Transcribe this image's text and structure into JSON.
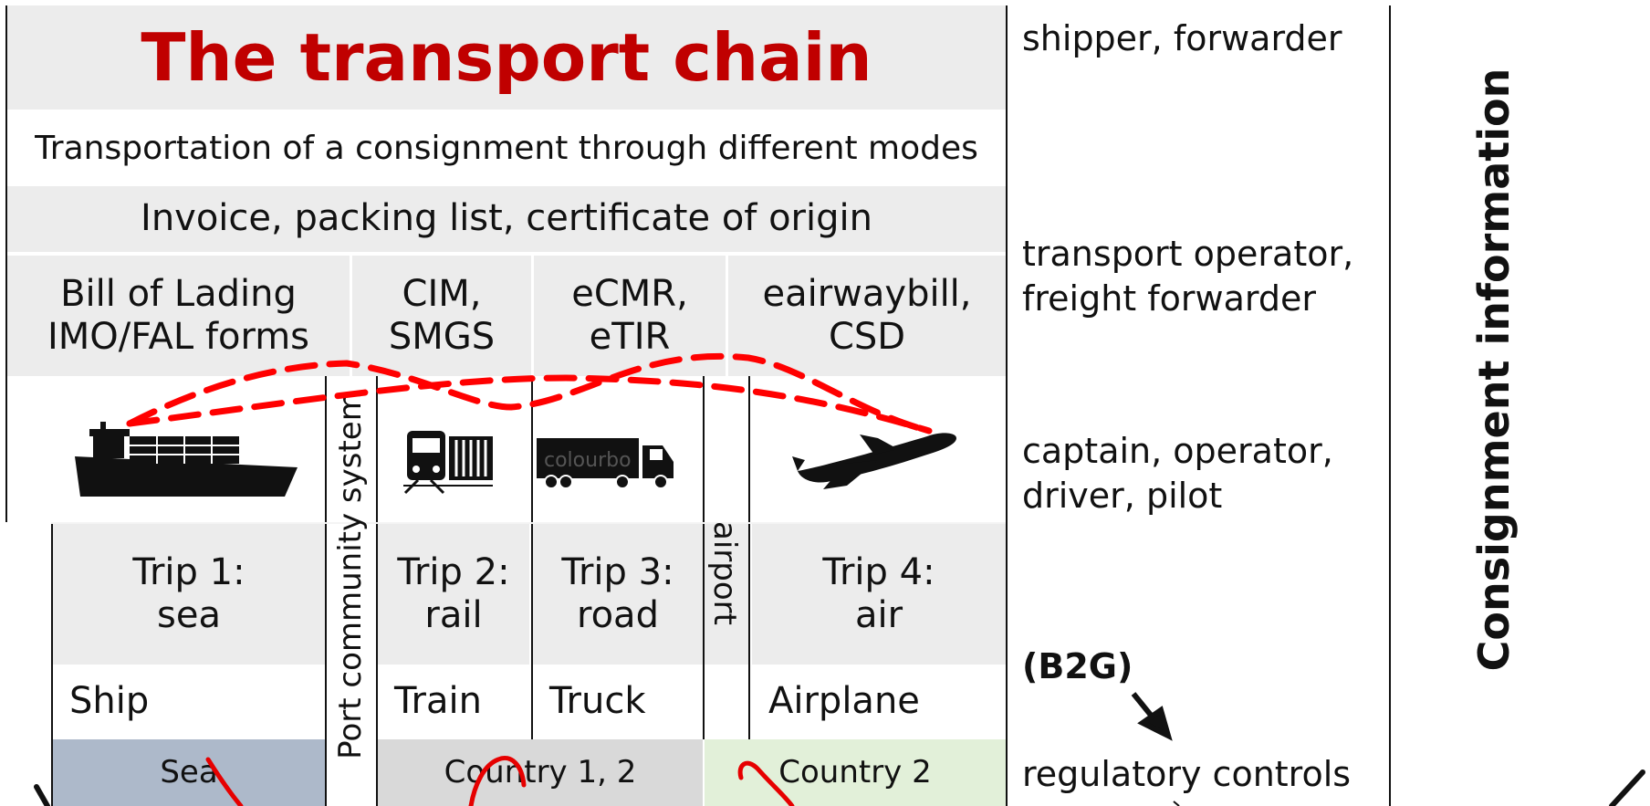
{
  "diagram": {
    "title": "The transport chain",
    "subtitle": "Transportation of a consignment through different modes",
    "documents_row": "Invoice, packing list, certificate of origin",
    "transport_documents": [
      "Bill of Lading\nIMO/FAL forms",
      "CIM,\nSMGS",
      "eCMR,\neTIR",
      "eairwaybill,\nCSD"
    ],
    "vertical_labels": {
      "port_system": "Port community system",
      "airport": "airport"
    },
    "trips": [
      "Trip 1:\nsea",
      "Trip 2:\nrail",
      "Trip 3:\nroad",
      "Trip 4:\nair"
    ],
    "vehicles": [
      "Ship",
      "Train",
      "Truck",
      "Airplane"
    ],
    "areas": [
      "Sea",
      "Country 1, 2",
      "Country 2"
    ],
    "icons": [
      "ship-icon",
      "train-icon",
      "truck-icon",
      "airplane-icon"
    ],
    "watermark": "colourbo"
  },
  "actors": {
    "shipper": "shipper, forwarder",
    "transport_operator": "transport operator,\nfreight forwarder",
    "captain": "captain, operator,\ndriver, pilot",
    "b2g": "(B2G)",
    "regulatory": "regulatory controls"
  },
  "side_label": "Consignment information",
  "colors": {
    "title": "#c00000",
    "route_dash": "#ff0000",
    "sea_area": "#adb9ca",
    "country_area": "#d9d9d9",
    "country2_area": "#e2f0d9",
    "cell_grey": "#ececec"
  }
}
